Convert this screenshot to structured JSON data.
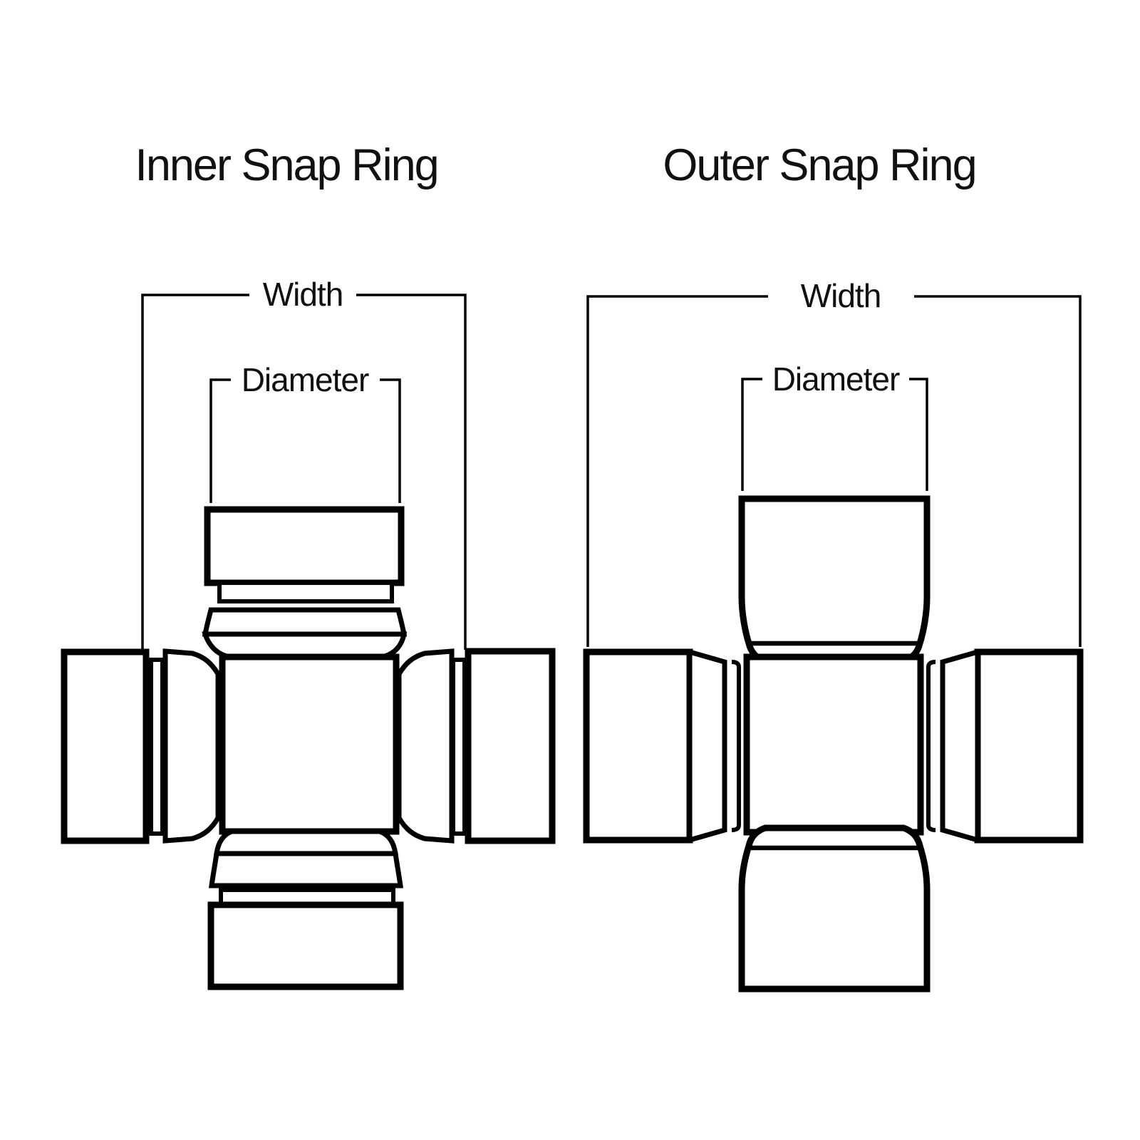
{
  "page": {
    "background_color": "#ffffff",
    "line_color": "#000000",
    "text_color": "#111111"
  },
  "diagrams": {
    "inner": {
      "title": "Inner Snap Ring",
      "labels": {
        "width": "Width",
        "diameter": "Diameter"
      }
    },
    "outer": {
      "title": "Outer Snap Ring",
      "labels": {
        "width": "Width",
        "diameter": "Diameter"
      }
    }
  }
}
